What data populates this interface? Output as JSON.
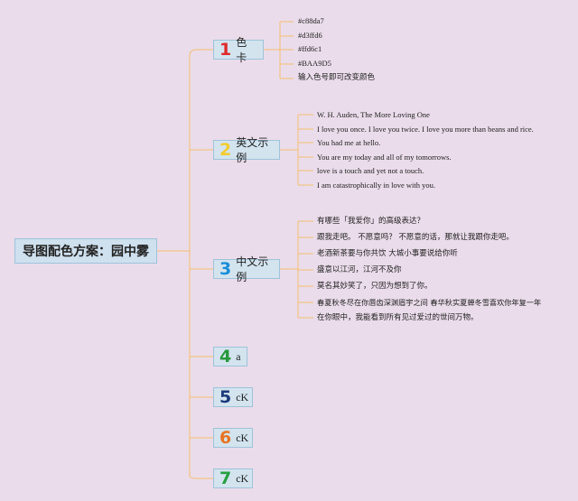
{
  "root": {
    "title": "导图配色方案：园中雾"
  },
  "colors": {
    "line": "#f4c070",
    "box_bg": "#d3e4ef",
    "box_border": "#9fc3da"
  },
  "branches": [
    {
      "num": "1",
      "num_color": "#e02a2a",
      "label": "色卡"
    },
    {
      "num": "2",
      "num_color": "#f2cc30",
      "label": "英文示例"
    },
    {
      "num": "3",
      "num_color": "#1a8ed8",
      "label": "中文示例"
    },
    {
      "num": "4",
      "num_color": "#28983c",
      "label": "a"
    },
    {
      "num": "5",
      "num_color": "#1c3a7a",
      "label": "cK"
    },
    {
      "num": "6",
      "num_color": "#e87420",
      "label": "cK"
    },
    {
      "num": "7",
      "num_color": "#26a040",
      "label": "cK"
    }
  ],
  "leaves": {
    "b1": [
      "#c88da7",
      "#d3ffd6",
      "#ffd6c1",
      "#BAA9D5",
      "输入色号即可改变颜色"
    ],
    "b2": [
      "W. H. Auden, The More Loving One",
      "I love you once. I love you twice. I love you more than beans and rice.",
      "You had me at hello.",
      "You are my today and all of my tomorrows.",
      "love is a touch and yet not a touch.",
      "I am catastrophically in love with you."
    ],
    "b3": [
      "有哪些「我爱你」的高级表达？",
      "跟我走吧。 不愿意吗？ 不愿意的话，那就让我跟你走吧。",
      "老酒新茶要与你共饮 大城小事要说给你听",
      "盛意以江河，江河不及你",
      "莫名其妙笑了，只因为想到了你。",
      "春夏秋冬尽在你唇齿深渊眉宇之间 春华秋实夏蝉冬雪喜欢你年复一年",
      "在你眼中，我能看到所有见过爱过的世间万物。"
    ]
  }
}
